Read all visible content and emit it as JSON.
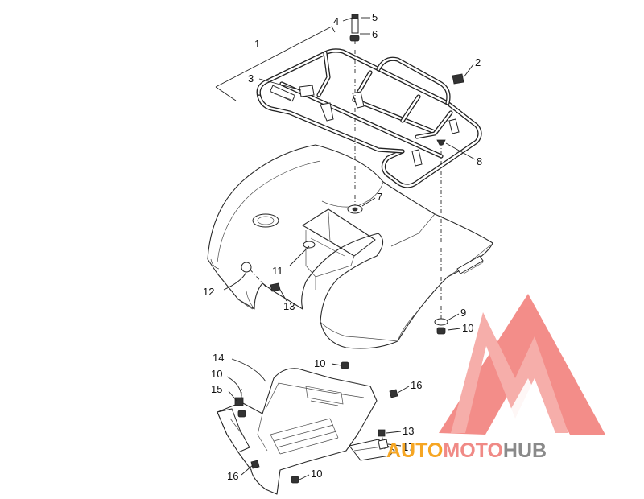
{
  "diagram": {
    "callouts": [
      {
        "id": "c1",
        "text": "1"
      },
      {
        "id": "c2",
        "text": "2"
      },
      {
        "id": "c3",
        "text": "3"
      },
      {
        "id": "c4",
        "text": "4"
      },
      {
        "id": "c5",
        "text": "5"
      },
      {
        "id": "c6",
        "text": "6"
      },
      {
        "id": "c7",
        "text": "7"
      },
      {
        "id": "c8",
        "text": "8"
      },
      {
        "id": "c9",
        "text": "9"
      },
      {
        "id": "c10a",
        "text": "10"
      },
      {
        "id": "c10b",
        "text": "10"
      },
      {
        "id": "c10c",
        "text": "10"
      },
      {
        "id": "c10d",
        "text": "10"
      },
      {
        "id": "c11",
        "text": "11"
      },
      {
        "id": "c12",
        "text": "12"
      },
      {
        "id": "c13a",
        "text": "13"
      },
      {
        "id": "c13b",
        "text": "13"
      },
      {
        "id": "c14",
        "text": "14"
      },
      {
        "id": "c15",
        "text": "15"
      },
      {
        "id": "c16a",
        "text": "16"
      },
      {
        "id": "c16b",
        "text": "16"
      },
      {
        "id": "c17",
        "text": "17"
      }
    ]
  },
  "watermark": {
    "part1": "AUTO",
    "part2": "MOTO",
    "part3": "HUB",
    "colors": {
      "auto": "#f6a623",
      "moto": "#f08a86",
      "hub": "#8a8a8a",
      "triangle": "#f27a75"
    }
  }
}
